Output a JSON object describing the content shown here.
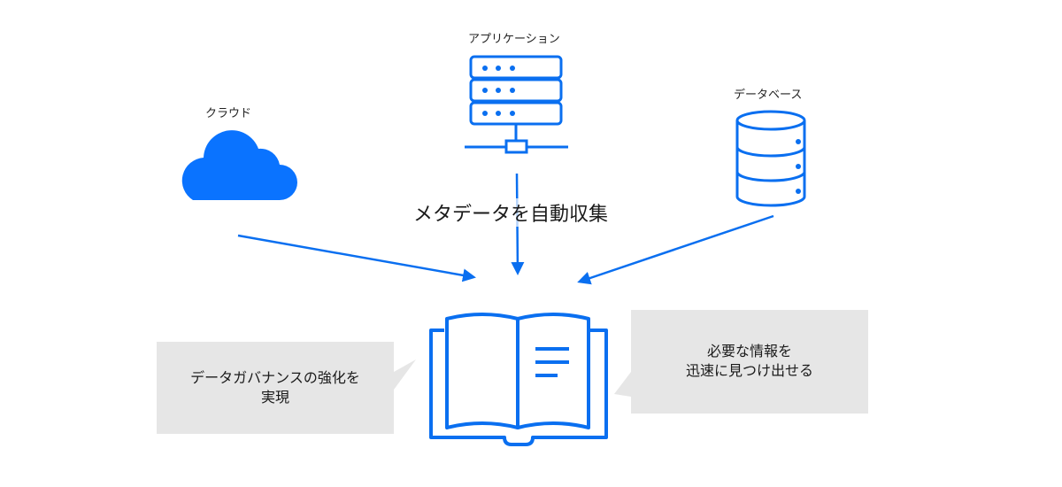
{
  "colors": {
    "accent": "#0a6ff0",
    "cloud_fill": "#0a73ff",
    "bubble_bg": "#e6e6e6",
    "text": "#1a1a1a"
  },
  "sources": {
    "cloud": {
      "label": "クラウド",
      "icon": "cloud-icon"
    },
    "application": {
      "label": "アプリケーション",
      "icon": "server-network-icon"
    },
    "database": {
      "label": "データベース",
      "icon": "database-icon"
    }
  },
  "center": {
    "label": "メタデータを自動収集",
    "icon": "open-book-icon"
  },
  "callouts": {
    "left": {
      "line1": "データガバナンスの強化を",
      "line2": "実現"
    },
    "right": {
      "line1": "必要な情報を",
      "line2": "迅速に見つけ出せる"
    }
  }
}
